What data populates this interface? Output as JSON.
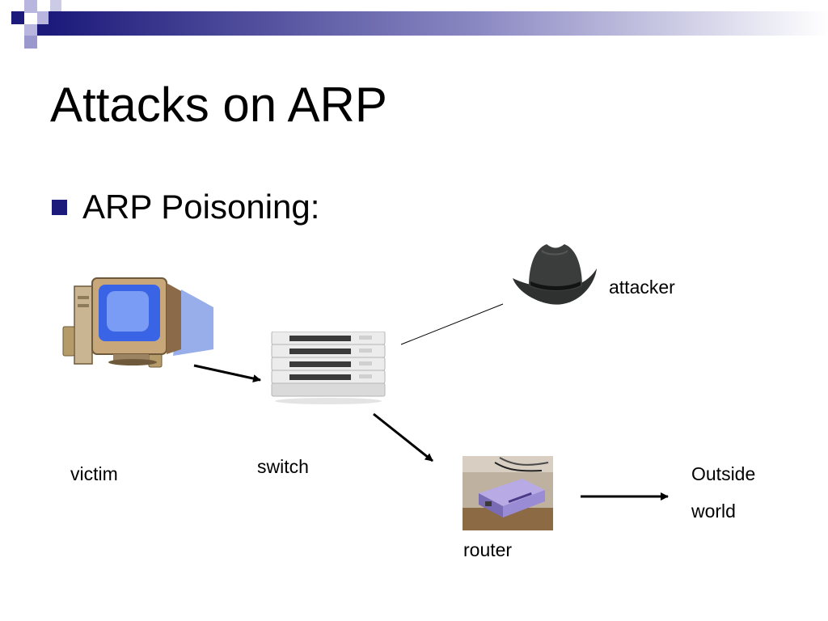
{
  "slide": {
    "title": "Attacks on ARP",
    "bullet": "ARP Poisoning:"
  },
  "nodes": {
    "victim": "victim",
    "switch": "switch",
    "attacker": "attacker",
    "router": "router",
    "outside_line1": "Outside",
    "outside_line2": "world"
  },
  "colors": {
    "accent": "#1c1a7a",
    "checker_light": "#9a98cc"
  },
  "icons": [
    "computer-icon",
    "network-switch-icon",
    "cowboy-hat-icon",
    "router-icon"
  ]
}
